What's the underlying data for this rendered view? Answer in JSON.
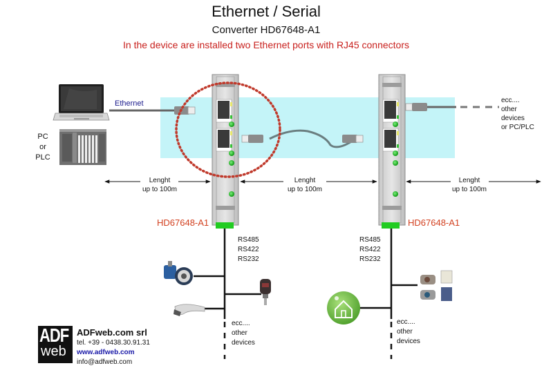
{
  "header": {
    "title": "Ethernet / Serial",
    "subtitle": "Converter HD67648-A1",
    "note": "In the device are installed two Ethernet ports with RJ45 connectors"
  },
  "left_host": {
    "ethernet_label": "Ethernet",
    "pc_or_plc": [
      "PC",
      "or",
      "PLC"
    ],
    "icons": [
      "laptop-icon",
      "plc-icon"
    ]
  },
  "segments": [
    {
      "line1": "Lenght",
      "line2": "up to 100m"
    },
    {
      "line1": "Lenght",
      "line2": "up to 100m"
    },
    {
      "line1": "Lenght",
      "line2": "up to 100m"
    }
  ],
  "right_note": [
    "ecc....",
    "other",
    "devices",
    "or PC/PLC"
  ],
  "devices": [
    {
      "model": "HD67648-A1",
      "serial_protocols": [
        "RS485",
        "RS422",
        "RS232"
      ],
      "bus_end": [
        "ecc....",
        "other",
        "devices"
      ],
      "slaves": [
        "encoder-icon",
        "pressure-sensor-icon",
        "barcode-scanner-icon"
      ]
    },
    {
      "model": "HD67648-A1",
      "serial_protocols": [
        "RS485",
        "RS422",
        "RS232"
      ],
      "bus_end": [
        "ecc....",
        "other",
        "devices"
      ],
      "slaves": [
        "energy-meter-icon",
        "smart-home-icon"
      ]
    }
  ],
  "colors": {
    "network_band": "#c4f4f8",
    "highlight_circle": "#c0392b",
    "model_text": "#d2401f",
    "note_text": "#c8201d",
    "led": "#19b21f",
    "connector": "#22cc22"
  },
  "footer": {
    "logo_top": "ADF",
    "logo_bottom": "web",
    "company": "ADFweb.com srl",
    "tel": "tel. +39 - 0438.30.91.31",
    "website": "www.adfweb.com",
    "email": "info@adfweb.com"
  }
}
